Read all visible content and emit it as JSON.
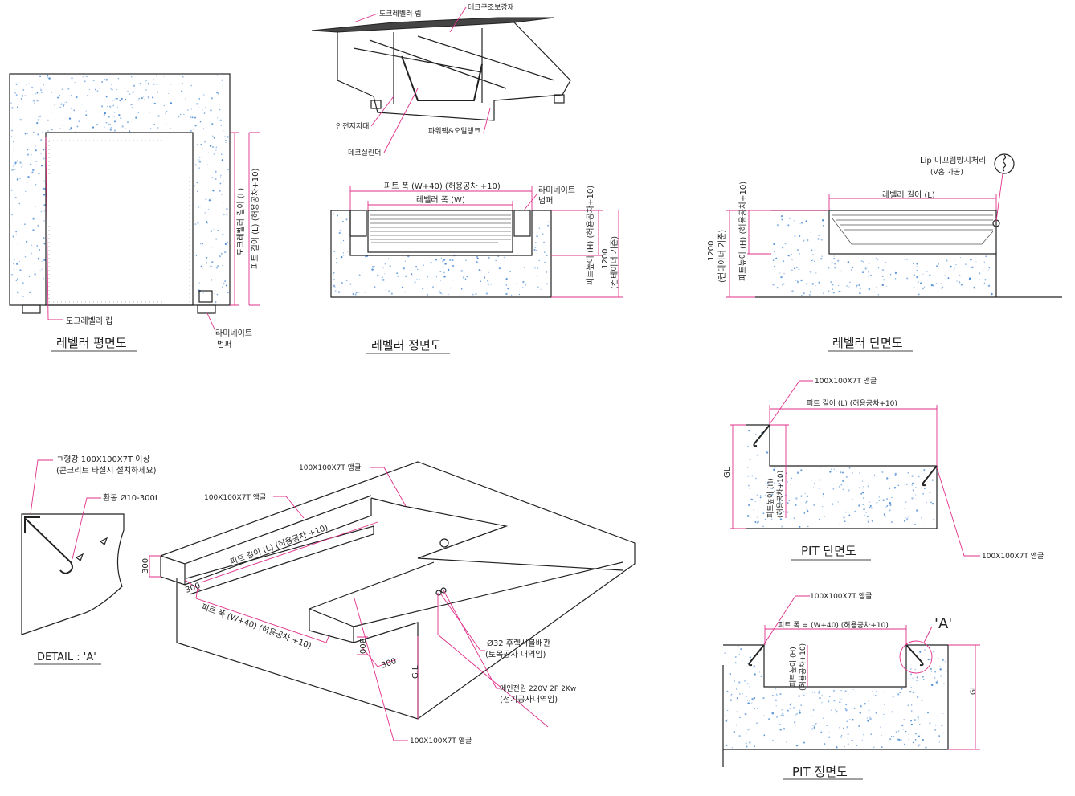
{
  "plan_view": {
    "title": "레벨러 평면도",
    "lip_label": "도크레벨러 립",
    "bumper_label_1": "라미네이트",
    "bumper_label_2": "범퍼",
    "leveler_length": "도크레벨러 길이 (L)",
    "pit_length": "피트 길이 (L) (허용공차+10)"
  },
  "perspective_view": {
    "lip": "도크레벨러 립",
    "deck_reinforcement": "데크구조보강재",
    "safety_support": "안전지지대",
    "deck_cylinder": "데크실린더",
    "power_pack": "파워팩&오일탱크"
  },
  "front_view": {
    "title": "레벨러 정면도",
    "pit_width": "피트 폭 (W+40) (허용공차 +10)",
    "leveler_width": "레벨러 폭 (W)",
    "bumper_label_1": "라미네이트",
    "bumper_label_2": "범퍼",
    "pit_height": "피트높이 (H) (허용공차+10)",
    "container_height_1": "1200",
    "container_height_2": "(컨테이너 기준)"
  },
  "section_view": {
    "title": "레벨러 단면도",
    "lip_note_1": "Lip 미끄럼방지처리",
    "lip_note_2": "(V홈 가공)",
    "leveler_length": "레벨러 길이 (L)",
    "container_height_1": "1200",
    "container_height_2": "(컨테이너 기준)",
    "pit_height": "피트높이 (H) (허용공차+10)"
  },
  "pit_section": {
    "title": "PIT 단면도",
    "angle_top": "100X100X7T 앵글",
    "angle_bottom": "100X100X7T 앵글",
    "pit_length": "피트 길이 (L) (허용공차+10)",
    "gl": "GL",
    "pit_height_1": "피트높이 (H)",
    "pit_height_2": "(허용공차+10)"
  },
  "pit_front": {
    "title": "PIT 정면도",
    "angle": "100X100X7T 앵글",
    "pit_width": "피트 폭 = (W+40) (허용공차+10)",
    "detail_marker": "'A'",
    "gl": "GL",
    "pit_height_1": "피트높이 (H)",
    "pit_height_2": "(허용공차+10)"
  },
  "detail_a": {
    "title": "DETAIL : 'A'",
    "steel_1": "ㄱ형강 100X100X7T 이상",
    "steel_2": "(콘크리트 타설시 설치하세요)",
    "rebar": "환봉 Ø10-300L"
  },
  "isometric": {
    "angle_1": "100X100X7T 앵글",
    "angle_2": "100X100X7T 앵글",
    "angle_3": "100X100X7T 앵글",
    "pit_length": "피트 길이 (L) (허용공차 +10)",
    "pit_width": "피트 폭 (W+40) (허용공차 +10)",
    "dim_300_a": "300",
    "dim_300_b": "300",
    "dim_300_c": "300",
    "dim_300_d": "300",
    "gl": "G.L",
    "conduit_1": "Ø32 후렉시블배관",
    "conduit_2": "(토목공사 내역임)",
    "power_1": "메인전원 220V 2P 2Kw",
    "power_2": "(전기공사내역임)"
  },
  "colors": {
    "dimension": "#e0308a",
    "concrete_dot": "#3a7fd0",
    "line": "#222222"
  }
}
